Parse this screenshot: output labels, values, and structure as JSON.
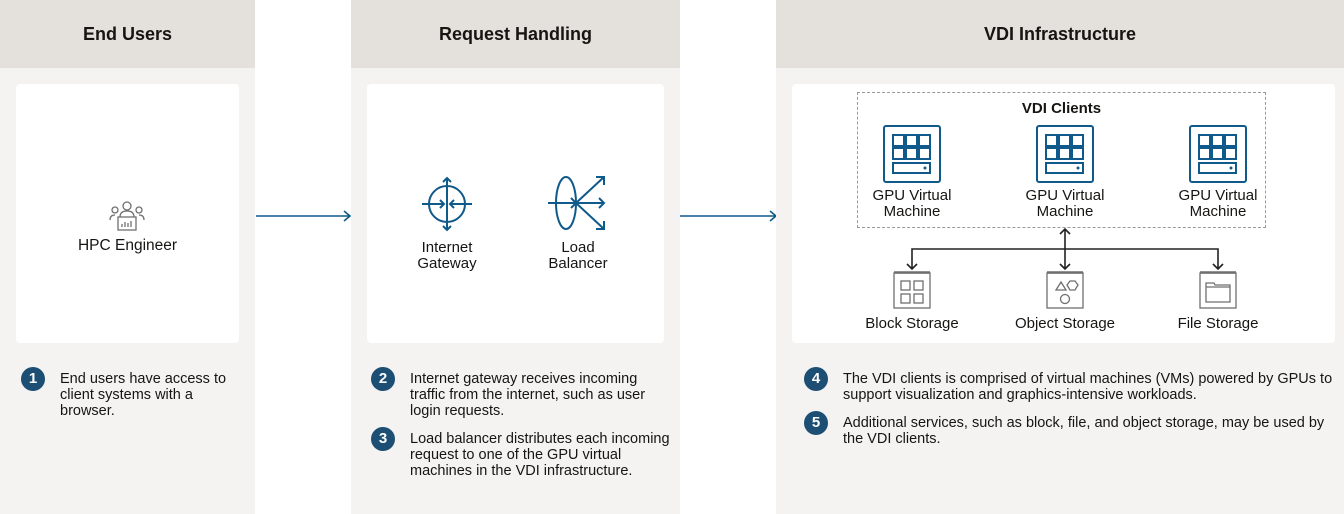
{
  "columns": [
    {
      "title": "End Users"
    },
    {
      "title": "Request Handling"
    },
    {
      "title": "VDI Infrastructure"
    }
  ],
  "end_users": {
    "actor": "HPC Engineer",
    "actor_icon": "engineer-icon"
  },
  "request_handling": {
    "internet_gateway": "Internet\nGateway",
    "load_balancer": "Load\nBalancer"
  },
  "vdi": {
    "group_title": "VDI Clients",
    "vms": [
      "GPU Virtual\nMachine",
      "GPU Virtual\nMachine",
      "GPU Virtual\nMachine"
    ],
    "storage": [
      "Block Storage",
      "Object Storage",
      "File Storage"
    ]
  },
  "steps": [
    {
      "n": "1",
      "text": "End users have access to client systems with a browser."
    },
    {
      "n": "2",
      "text": "Internet gateway receives incoming traffic from the internet, such as user login requests."
    },
    {
      "n": "3",
      "text": "Load balancer distributes each incoming request to one of the GPU virtual machines in the VDI infrastructure."
    },
    {
      "n": "4",
      "text": "The VDI clients is comprised of virtual machines (VMs) powered by GPUs to support visualization and graphics-intensive workloads."
    },
    {
      "n": "5",
      "text": "Additional services, such as block, file, and object storage, may be used by the VDI clients."
    }
  ],
  "colors": {
    "accent": "#1d4e74",
    "icon_blue": "#0f5a8a",
    "header_bg": "#e4e1dc",
    "panel_bg": "#f4f3f1"
  }
}
